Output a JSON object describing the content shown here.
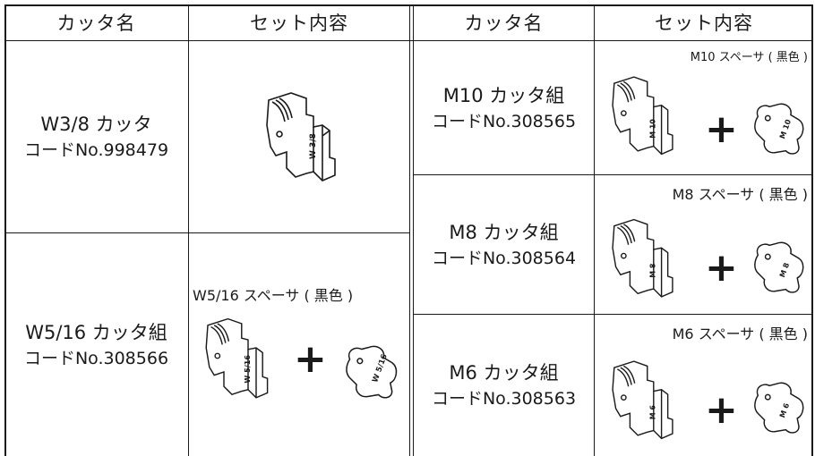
{
  "headers": {
    "left_name": "カッタ名",
    "left_set": "セット内容",
    "right_name": "カッタ名",
    "right_set": "セット内容"
  },
  "left_rows": [
    {
      "name": "W3/8 カッタ",
      "code": "コードNo.998479",
      "spacer": "",
      "cutter_mark": "W 3/8",
      "spacer_mark": ""
    },
    {
      "name": "W5/16 カッタ組",
      "code": "コードNo.308566",
      "spacer": "W5/16 スペーサ ( 黒色 )",
      "cutter_mark": "W 5/16",
      "spacer_mark": "W 5/16"
    }
  ],
  "right_rows": [
    {
      "name": "M10 カッタ組",
      "code": "コードNo.308565",
      "spacer": "M10 スペーサ ( 黒色 )",
      "cutter_mark": "M 10",
      "spacer_mark": "M 10"
    },
    {
      "name": "M8 カッタ組",
      "code": "コードNo.308564",
      "spacer": "M8 スペーサ ( 黒色 )",
      "cutter_mark": "M 8",
      "spacer_mark": "M 8"
    },
    {
      "name": "M6 カッタ組",
      "code": "コードNo.308563",
      "spacer": "M6 スペーサ ( 黒色 )",
      "cutter_mark": "M 6",
      "spacer_mark": "M 6"
    }
  ],
  "plus_sign": "+"
}
